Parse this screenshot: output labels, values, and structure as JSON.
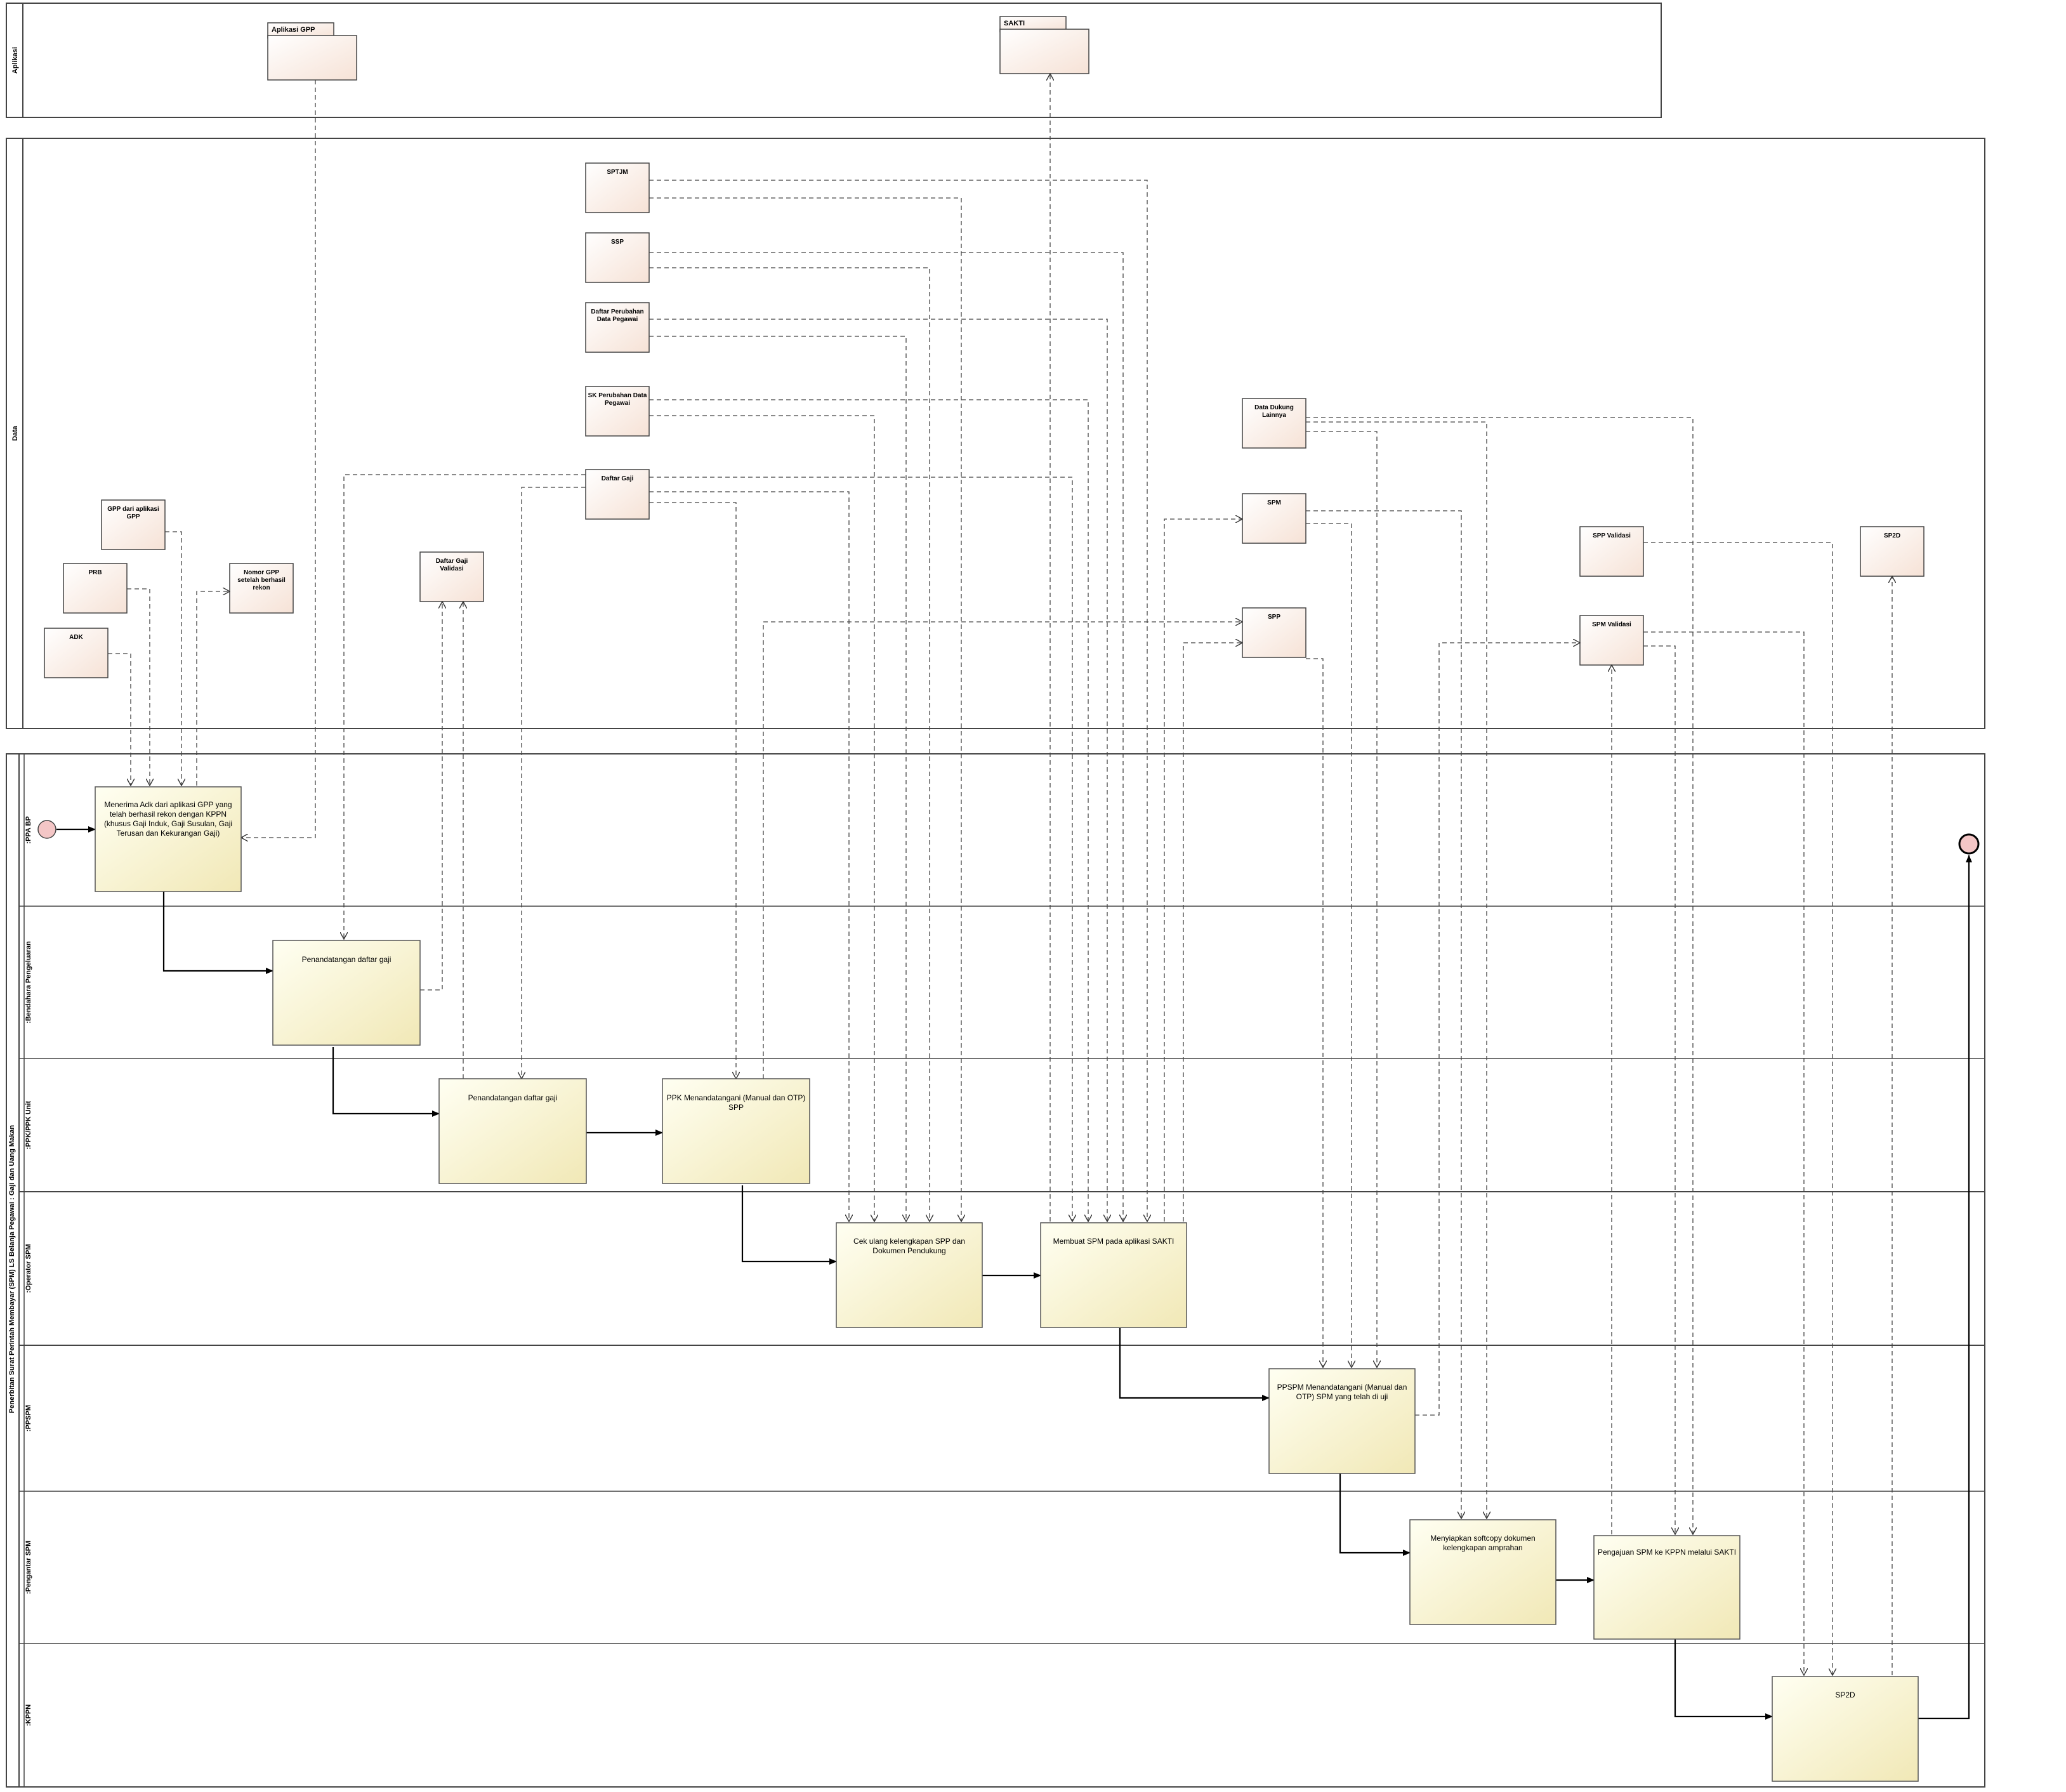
{
  "lanes": {
    "aplikasi": "Aplikasi",
    "data": "Data",
    "process": "Penerbitan Surat Perintah Membayar (SPM) LS Belanja Pegawai : Gaji dan Uang Makan",
    "ppabp": ":PPA BP",
    "bendahara": ":Bendahara Pengeluaran",
    "ppk": ":PPK/PPK Unit",
    "operator": ":Operator SPM",
    "ppspm": ":PPSPM",
    "pengantar": ":Pengantar SPM",
    "kppn": ":KPPN"
  },
  "apps": {
    "gpp": "Aplikasi GPP",
    "sakti": "SAKTI"
  },
  "data_objects": {
    "sptjm": "SPTJM",
    "ssp": "SSP",
    "daftar_perubahan": [
      "Daftar Perubahan",
      "Data Pegawai"
    ],
    "sk_perubahan": [
      "SK Perubahan Data",
      "Pegawai"
    ],
    "daftar_gaji": "Daftar Gaji",
    "gpp_dari_aplikasi": [
      "GPP dari aplikasi",
      "GPP"
    ],
    "prb": "PRB",
    "nomor_gpp": [
      "Nomor GPP",
      "setelah berhasil",
      "rekon"
    ],
    "adk": "ADK",
    "daftar_gaji_validasi": [
      "Daftar Gaji",
      "Validasi"
    ],
    "data_dukung": [
      "Data Dukung",
      "Lainnya"
    ],
    "spm": "SPM",
    "spp": "SPP",
    "spp_validasi": "SPP Validasi",
    "spm_validasi": "SPM Validasi",
    "sp2d": "SP2D"
  },
  "activities": {
    "menerima_adk": [
      "Menerima Adk dari aplikasi GPP yang",
      "telah berhasil rekon dengan KPPN",
      "(khusus Gaji Induk, Gaji Susulan, Gaji",
      "Terusan dan Kekurangan Gaji)"
    ],
    "penandatangan_bendahara": [
      "Penandatangan daftar gaji"
    ],
    "penandatangan_ppk": [
      "Penandatangan daftar gaji"
    ],
    "ppk_menandatangani": [
      "PPK Menandatangani (Manual dan OTP)",
      "SPP"
    ],
    "cek_ulang": [
      "Cek ulang kelengkapan SPP dan",
      "Dokumen Pendukung"
    ],
    "membuat_spm": [
      "Membuat SPM pada aplikasi SAKTI"
    ],
    "ppspm_menandatangani": [
      "PPSPM Menandatangani (Manual dan",
      "OTP) SPM yang telah di uji"
    ],
    "menyiapkan_softcopy": [
      "Menyiapkan softcopy dokumen",
      "kelengkapan amprahan"
    ],
    "pengajuan_spm": [
      "Pengajuan SPM ke KPPN melalui SAKTI"
    ],
    "sp2d": [
      "SP2D"
    ]
  }
}
